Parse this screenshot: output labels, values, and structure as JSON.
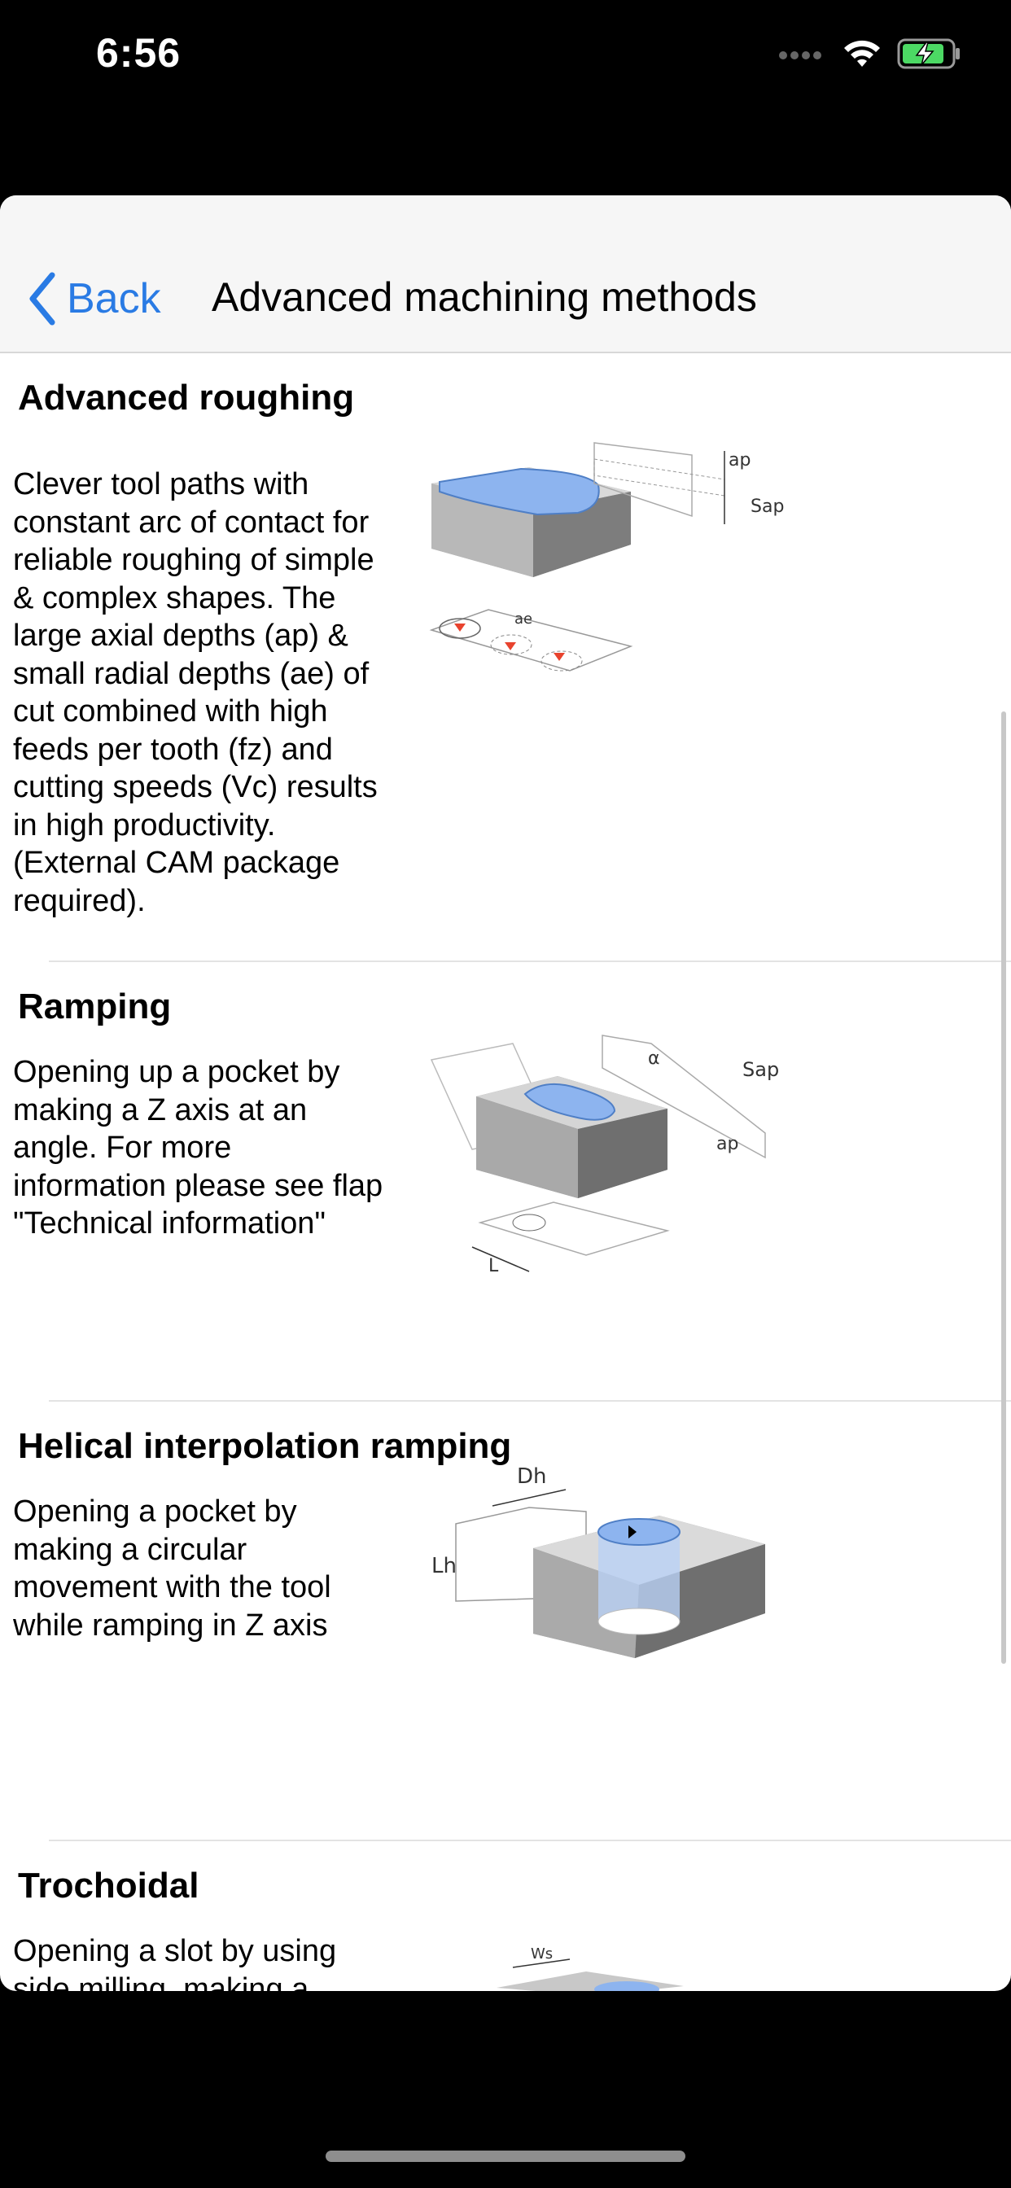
{
  "status_bar": {
    "time": "6:56"
  },
  "navbar": {
    "back_label": "Back",
    "title": "Advanced machining methods"
  },
  "sections": [
    {
      "title": "Advanced roughing",
      "text": " Clever tool paths with\nconstant arc of contact for\nreliable roughing of simple\n& complex shapes. The\nlarge axial depths (ap) &\nsmall radial depths (ae) of\ncut combined with high\nfeeds per tooth (fz) and\ncutting speeds (Vc) results\nin high productivity.\n(External CAM package\nrequired).",
      "diagram_labels": [
        "ap",
        "Sap",
        "ae"
      ]
    },
    {
      "title": "Ramping",
      "text": "Opening up a pocket by\nmaking a Z axis at an\nangle. For more\ninformation please see flap\n\"Technical information\"",
      "diagram_labels": [
        "α",
        "Sap",
        "ap",
        "L"
      ]
    },
    {
      "title": "Helical interpolation ramping",
      "text": "Opening a pocket by\nmaking a circular\nmovement with the tool\nwhile ramping in Z axis",
      "diagram_labels": [
        "Dh",
        "Lh"
      ]
    },
    {
      "title": "Trochoidal",
      "text": "Opening a slot by using\nside milling, making a",
      "diagram_labels": [
        "Ws"
      ]
    }
  ],
  "colors": {
    "accent": "#2a7be4",
    "battery": "#4cd964",
    "highlight_blue": "#8db4ef",
    "marker_red": "#e8432e"
  }
}
